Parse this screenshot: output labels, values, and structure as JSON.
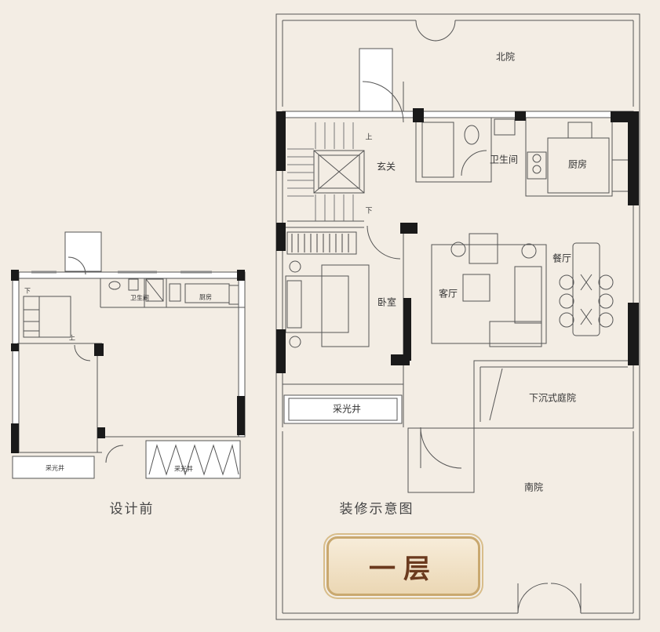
{
  "left_plan": {
    "caption": "设计前",
    "rooms": {
      "bathroom": "卫生间",
      "kitchen": "厨房",
      "lightwell_left": "采光井",
      "lightwell_right": "采光井"
    },
    "stair_down": "下",
    "stair_up": "上"
  },
  "right_plan": {
    "caption": "装修示意图",
    "rooms": {
      "north_yard": "北院",
      "foyer": "玄关",
      "bathroom": "卫生间",
      "kitchen": "厨房",
      "dining": "餐厅",
      "living": "客厅",
      "bedroom": "卧室",
      "lightwell": "采光井",
      "sunken_courtyard": "下沉式庭院",
      "south_yard": "南院"
    },
    "stair_up": "上",
    "stair_down": "下"
  },
  "floor_badge": "一层"
}
